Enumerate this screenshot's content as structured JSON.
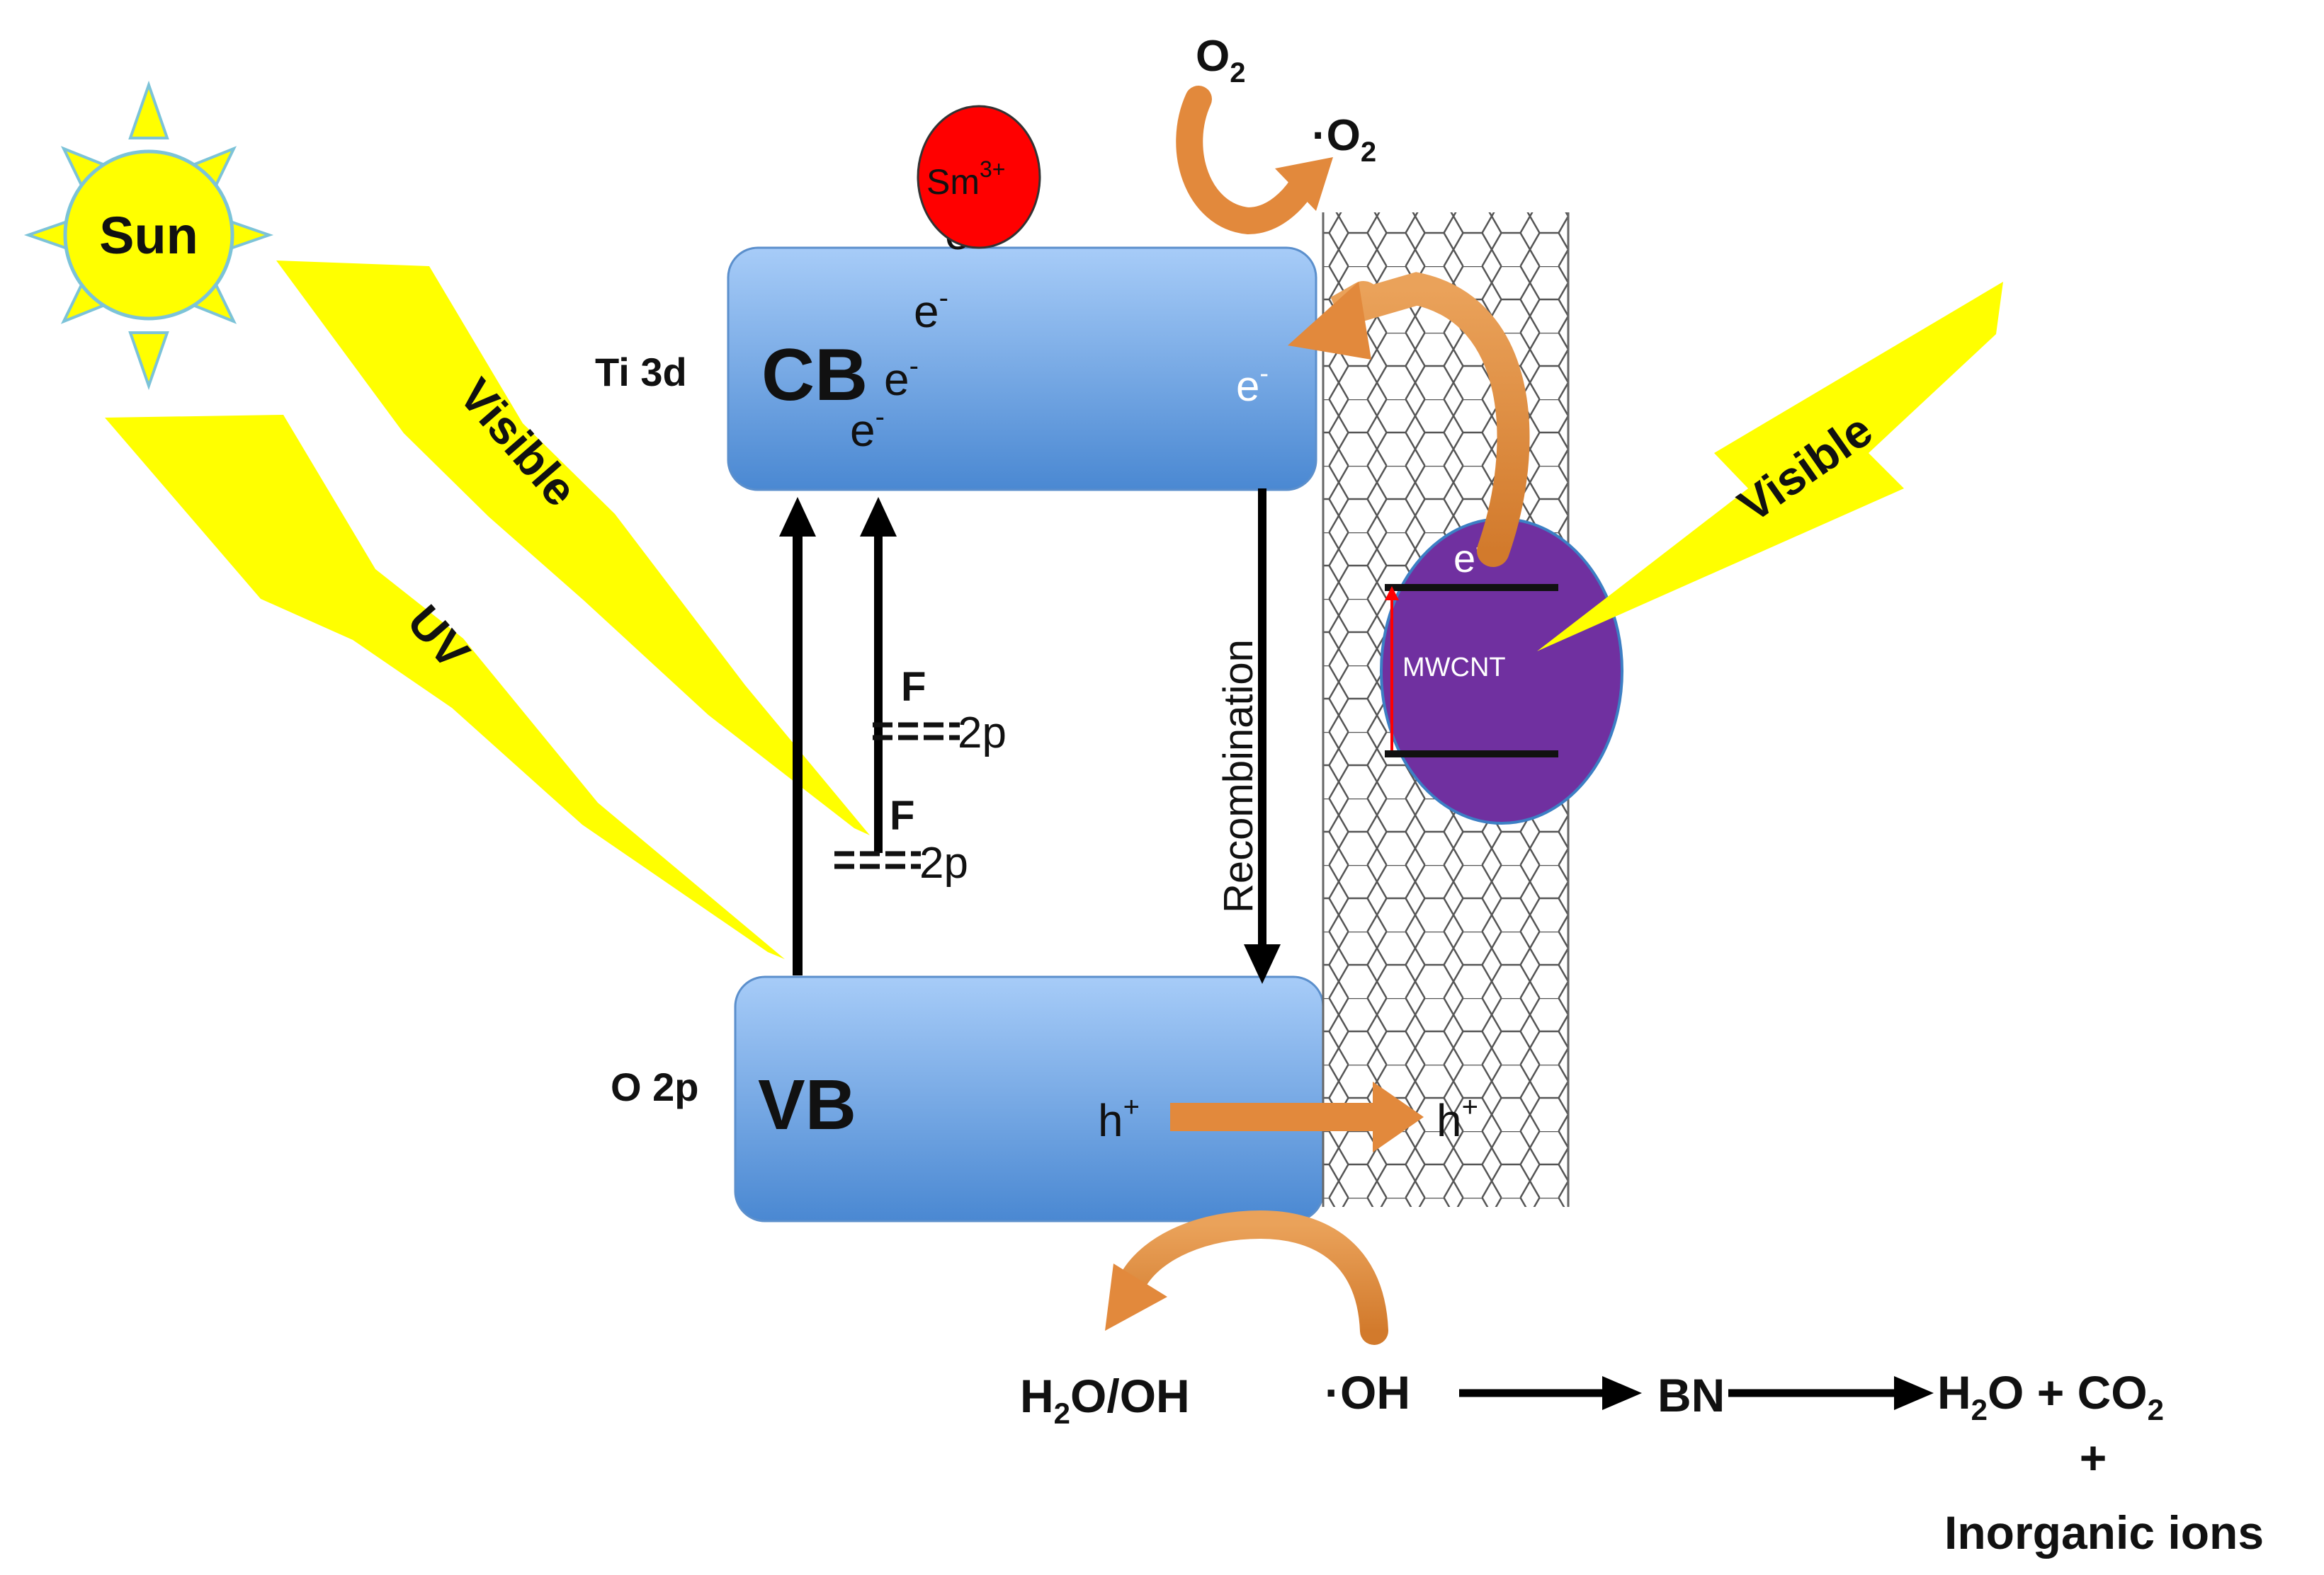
{
  "sun": {
    "label": "Sun"
  },
  "rays": {
    "visible_left": "Visible",
    "uv": "UV",
    "visible_right": "Visible"
  },
  "sm_dopant": {
    "base": "Sm",
    "sup": "3+"
  },
  "cb": {
    "label": "CB",
    "orbital": "Ti 3d",
    "electron_base": "e",
    "electron_sup": "-"
  },
  "vb": {
    "label": "VB",
    "orbital": "O 2p",
    "hole_base": "h",
    "hole_sup": "+"
  },
  "f_levels": {
    "symbol": "F",
    "orbital": "2p"
  },
  "recombination": "Recombination",
  "mwcnt": {
    "label": "MWCNT",
    "electron_base": "e",
    "electron_sup": "-"
  },
  "oxygen": {
    "o": "O",
    "sub": "2",
    "radical_prefix": "·"
  },
  "water": {
    "h": "H",
    "sub": "2",
    "rest": "O/OH"
  },
  "hydroxyl": "·OH",
  "bn": "BN",
  "products": {
    "h": "H",
    "sub2": "2",
    "o_plus_co": "O + CO",
    "plus": "+",
    "ions": "Inorganic ions"
  },
  "colors": {
    "band_top": "#9cc3f5",
    "band_bottom": "#4f8ed6",
    "ray": "#ffff00",
    "sun": "#ffff00",
    "sm": "#ff0000",
    "mwcnt": "#7030a0",
    "orange_arrow": "#e2893c"
  }
}
